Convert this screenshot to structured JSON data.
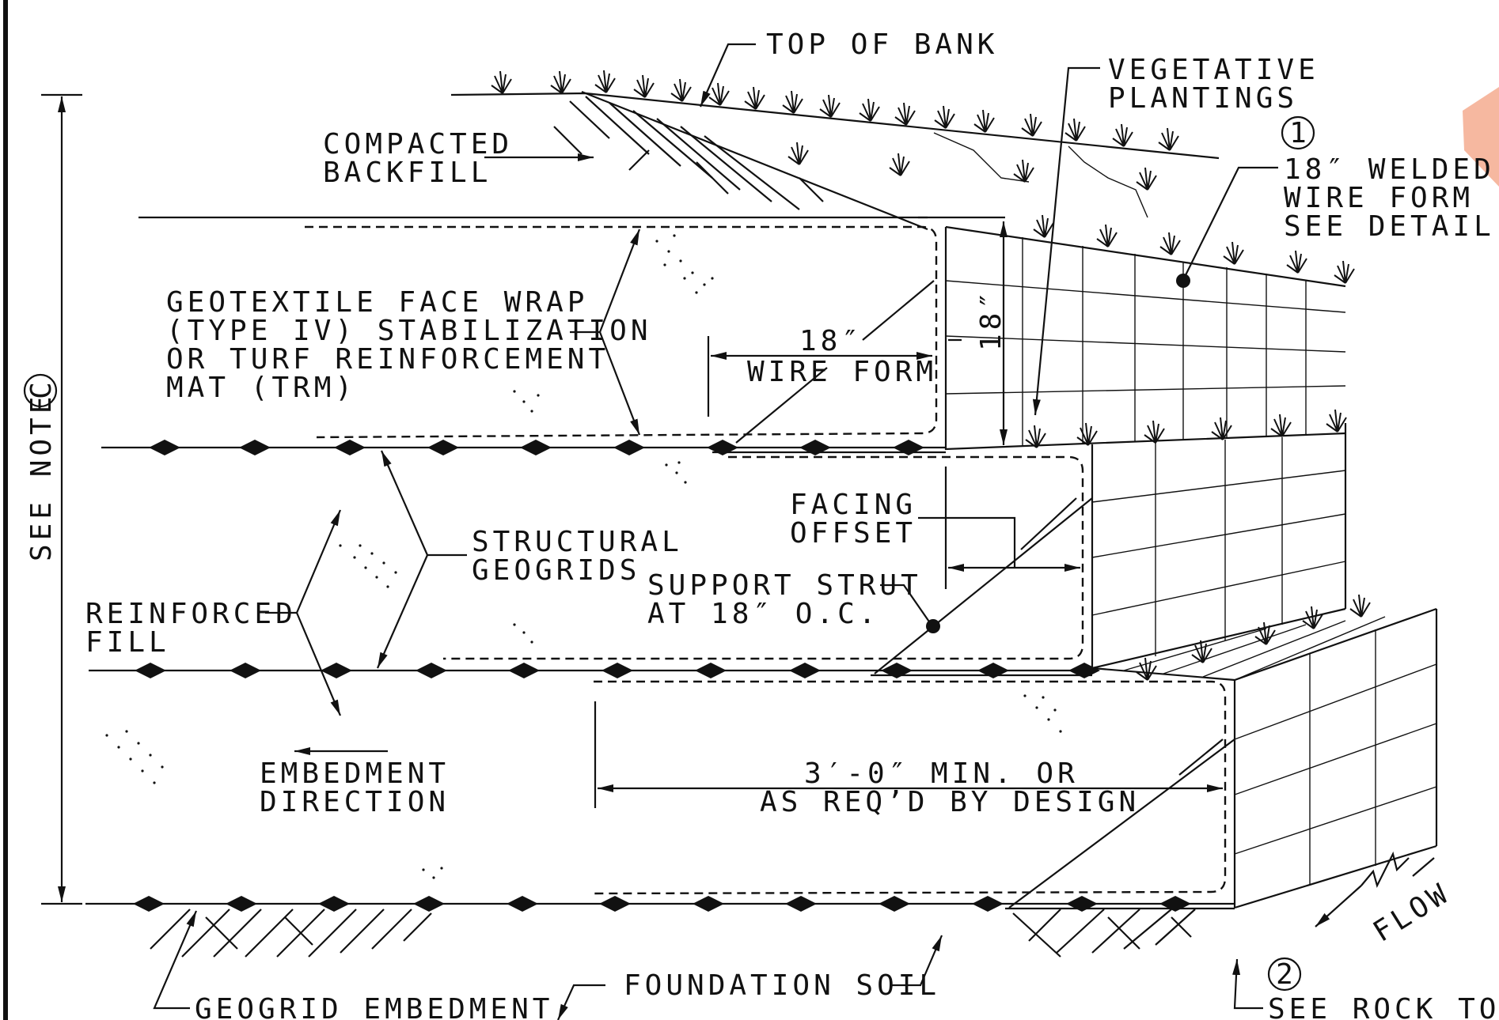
{
  "labels": {
    "top_of_bank": "TOP OF BANK",
    "vegetative_plantings": [
      "VEGETATIVE",
      "PLANTINGS"
    ],
    "compacted_backfill": [
      "COMPACTED",
      "BACKFILL"
    ],
    "callout_1": "1",
    "welded_wire_form": [
      "18″ WELDED",
      "WIRE FORM -",
      "SEE DETAIL"
    ],
    "geotextile_face_wrap": [
      "GEOTEXTILE FACE WRAP",
      "(TYPE IV) STABILIZATION",
      "OR TURF REINFORCEMENT",
      "MAT (TRM)"
    ],
    "wire_form_width": [
      "18″",
      "WIRE FORM"
    ],
    "wire_form_height": "18″",
    "see_note": "SEE NOTE",
    "see_note_letter": "C",
    "facing_offset": [
      "FACING",
      "OFFSET"
    ],
    "structural_geogrids": [
      "STRUCTURAL",
      "GEOGRIDS"
    ],
    "support_strut": [
      "SUPPORT STRUT",
      "AT 18″ O.C."
    ],
    "reinforced_fill": [
      "REINFORCED",
      "FILL"
    ],
    "embedment_direction": [
      "EMBEDMENT",
      "DIRECTION"
    ],
    "min_length": [
      "3′-0″ MIN. OR",
      "AS REQ’D BY DESIGN"
    ],
    "flow": "FLOW",
    "foundation_soil": "FOUNDATION SOIL",
    "callout_2": "2",
    "see_rock_toe": "SEE ROCK TOE",
    "geogrid_embedment": "GEOGRID EMBEDMENT"
  },
  "colors": {
    "ink": "#111111",
    "background": "#ffffff",
    "corner_marker": "#f6b8a0"
  }
}
